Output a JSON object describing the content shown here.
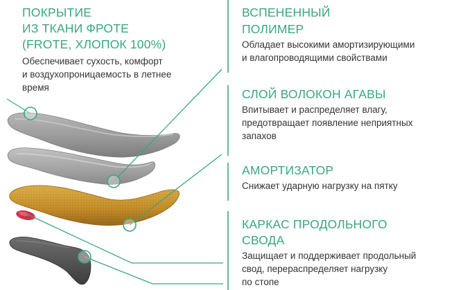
{
  "layers": [
    {
      "key": "frote",
      "title_lines": [
        "ПОКРЫТИЕ",
        "ИЗ ТКАНИ ФРОТЕ",
        "(FROTE, ХЛОПОК 100%)"
      ],
      "desc_lines": [
        "Обеспечивает сухость, комфорт",
        "и воздухопроницаемость в летнее",
        "время"
      ]
    },
    {
      "key": "foam",
      "title_lines": [
        "ВСПЕНЕННЫЙ",
        "ПОЛИМЕР"
      ],
      "desc_lines": [
        "Обладает высокими амортизирующими",
        "и влагопроводящими свойствами"
      ]
    },
    {
      "key": "agave",
      "title_lines": [
        "СЛОЙ ВОЛОКОН АГАВЫ"
      ],
      "desc_lines": [
        "Впитывает и распределяет влагу,",
        "предотвращает появление неприятных",
        "запахов"
      ]
    },
    {
      "key": "shock",
      "title_lines": [
        "АМОРТИЗАТОР"
      ],
      "desc_lines": [
        "Снижает ударную нагрузку на пятку"
      ]
    },
    {
      "key": "arch",
      "title_lines": [
        "КАРКАС ПРОДОЛЬНОГО",
        "СВОДА"
      ],
      "desc_lines": [
        "Защищает и поддерживает продольный",
        "свод, перераспределяет нагрузку",
        "по стопе"
      ]
    }
  ],
  "colors": {
    "accent": "#3aa680",
    "text": "#333333",
    "layer_fabric": "#9c9c9c",
    "layer_foam": "#a6a6a6",
    "layer_agave": "#c8962c",
    "layer_shock": "#d0304a",
    "layer_arch": "#5a5a5a"
  }
}
